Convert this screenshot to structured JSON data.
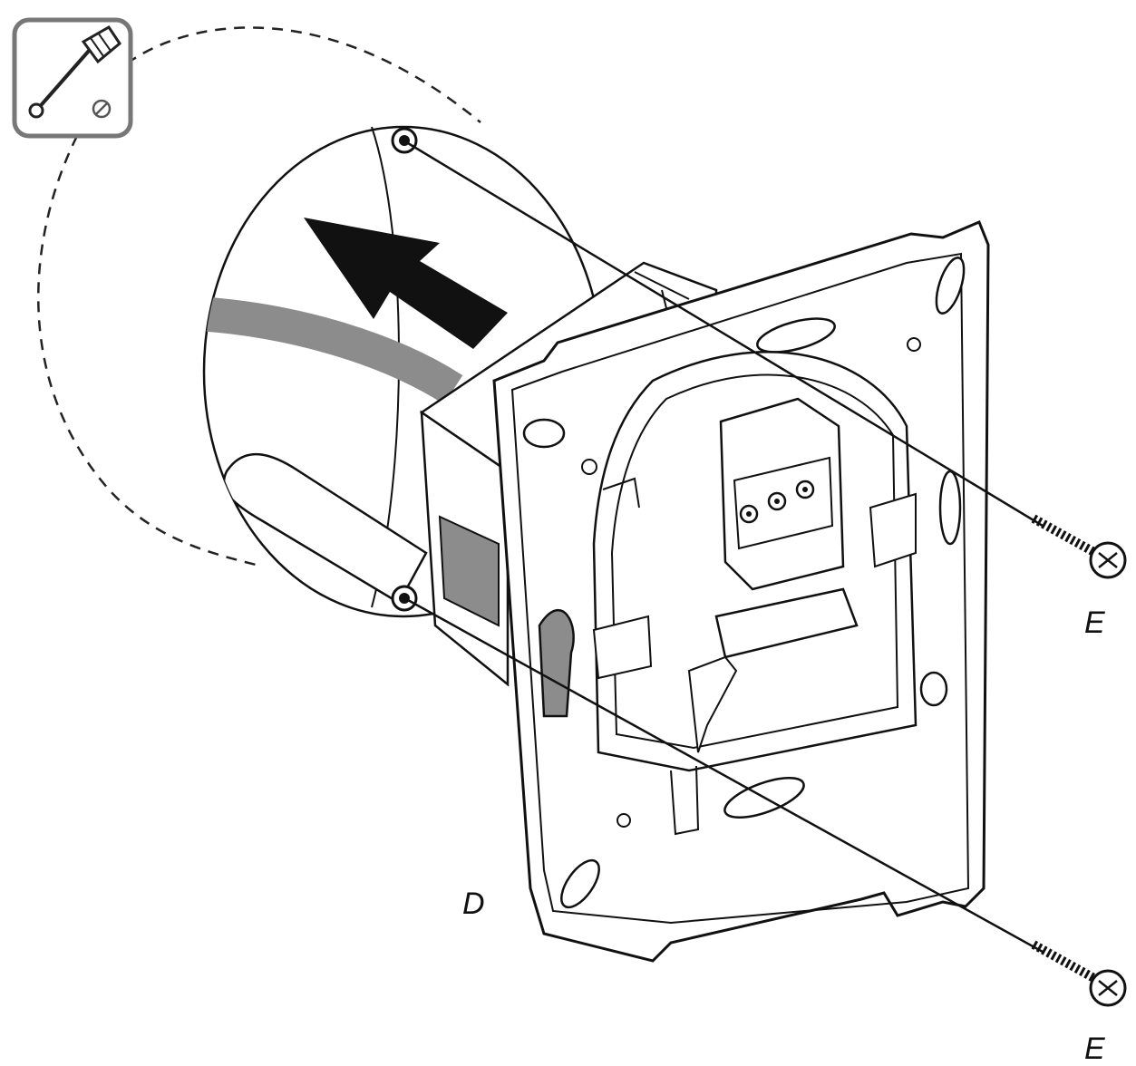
{
  "labels": {
    "mounting_frame": "D",
    "screw_top": "E",
    "screw_bottom": "E"
  },
  "icons": {
    "tool_badge": "screwdriver-icon",
    "screw_head_symbol": "slotted-screw-icon",
    "direction": "insert-arrow-icon"
  },
  "colors": {
    "ink": "#111111",
    "cable": "#8c8c8c",
    "arrow": "#111111",
    "badge_border": "#777777",
    "background": "#ffffff"
  }
}
